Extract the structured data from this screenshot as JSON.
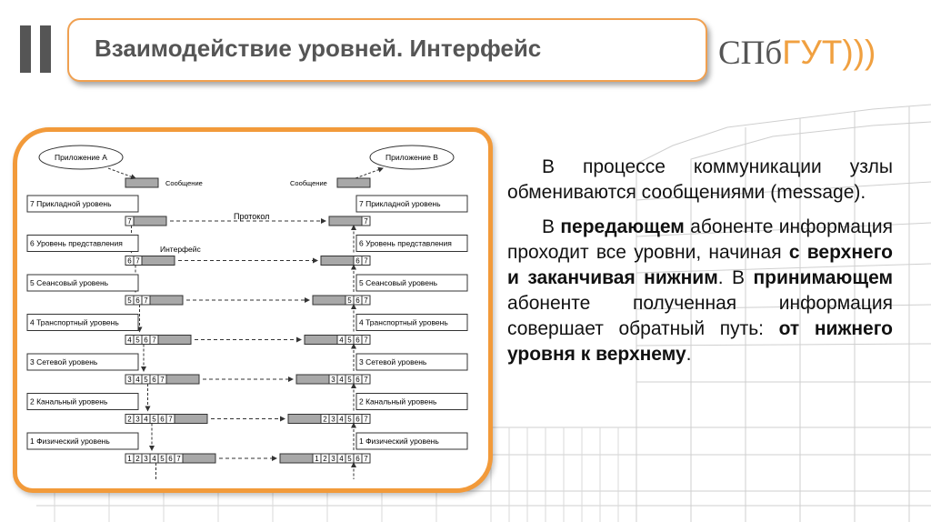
{
  "title": "Взаимодействие уровней. Интерфейс",
  "logo": {
    "part1": "СПб",
    "part2": "ГУТ",
    "waves": ")))"
  },
  "colors": {
    "accent": "#f29a3a",
    "title_text": "#555555",
    "pdu_fill": "#a8a8a8"
  },
  "diagram": {
    "app_a": "Приложение А",
    "app_b": "Приложение В",
    "message_left": "Сообщение",
    "message_right": "Сообщение",
    "protocol": "Протокол",
    "interface": "Интерфейс",
    "layers": [
      "7 Прикладной уровень",
      "6 Уровень представления",
      "5 Сеансовый уровень",
      "4 Транспортный уровень",
      "3 Сетевой уровень",
      "2 Канальный уровень",
      "1 Физический уровень"
    ],
    "header_rows": [
      [
        "7"
      ],
      [
        "6",
        "7"
      ],
      [
        "5",
        "6",
        "7"
      ],
      [
        "4",
        "5",
        "6",
        "7"
      ],
      [
        "3",
        "4",
        "5",
        "6",
        "7"
      ],
      [
        "2",
        "3",
        "4",
        "5",
        "6",
        "7"
      ],
      [
        "1",
        "2",
        "3",
        "4",
        "5",
        "6",
        "7"
      ]
    ]
  },
  "text": {
    "p1": "В процессе коммуникации узлы обмениваются сообщениями (message).",
    "p2_a": "В ",
    "p2_b": "передающем",
    "p2_c": " абоненте информация проходит все уровни, начиная ",
    "p2_d": "с верхнего и заканчивая нижним",
    "p2_e": ". В ",
    "p2_f": "принимающем",
    "p2_g": " абоненте полученная информация совершает обратный путь: ",
    "p2_h": "от нижнего уровня к верхнему",
    "p2_i": "."
  }
}
